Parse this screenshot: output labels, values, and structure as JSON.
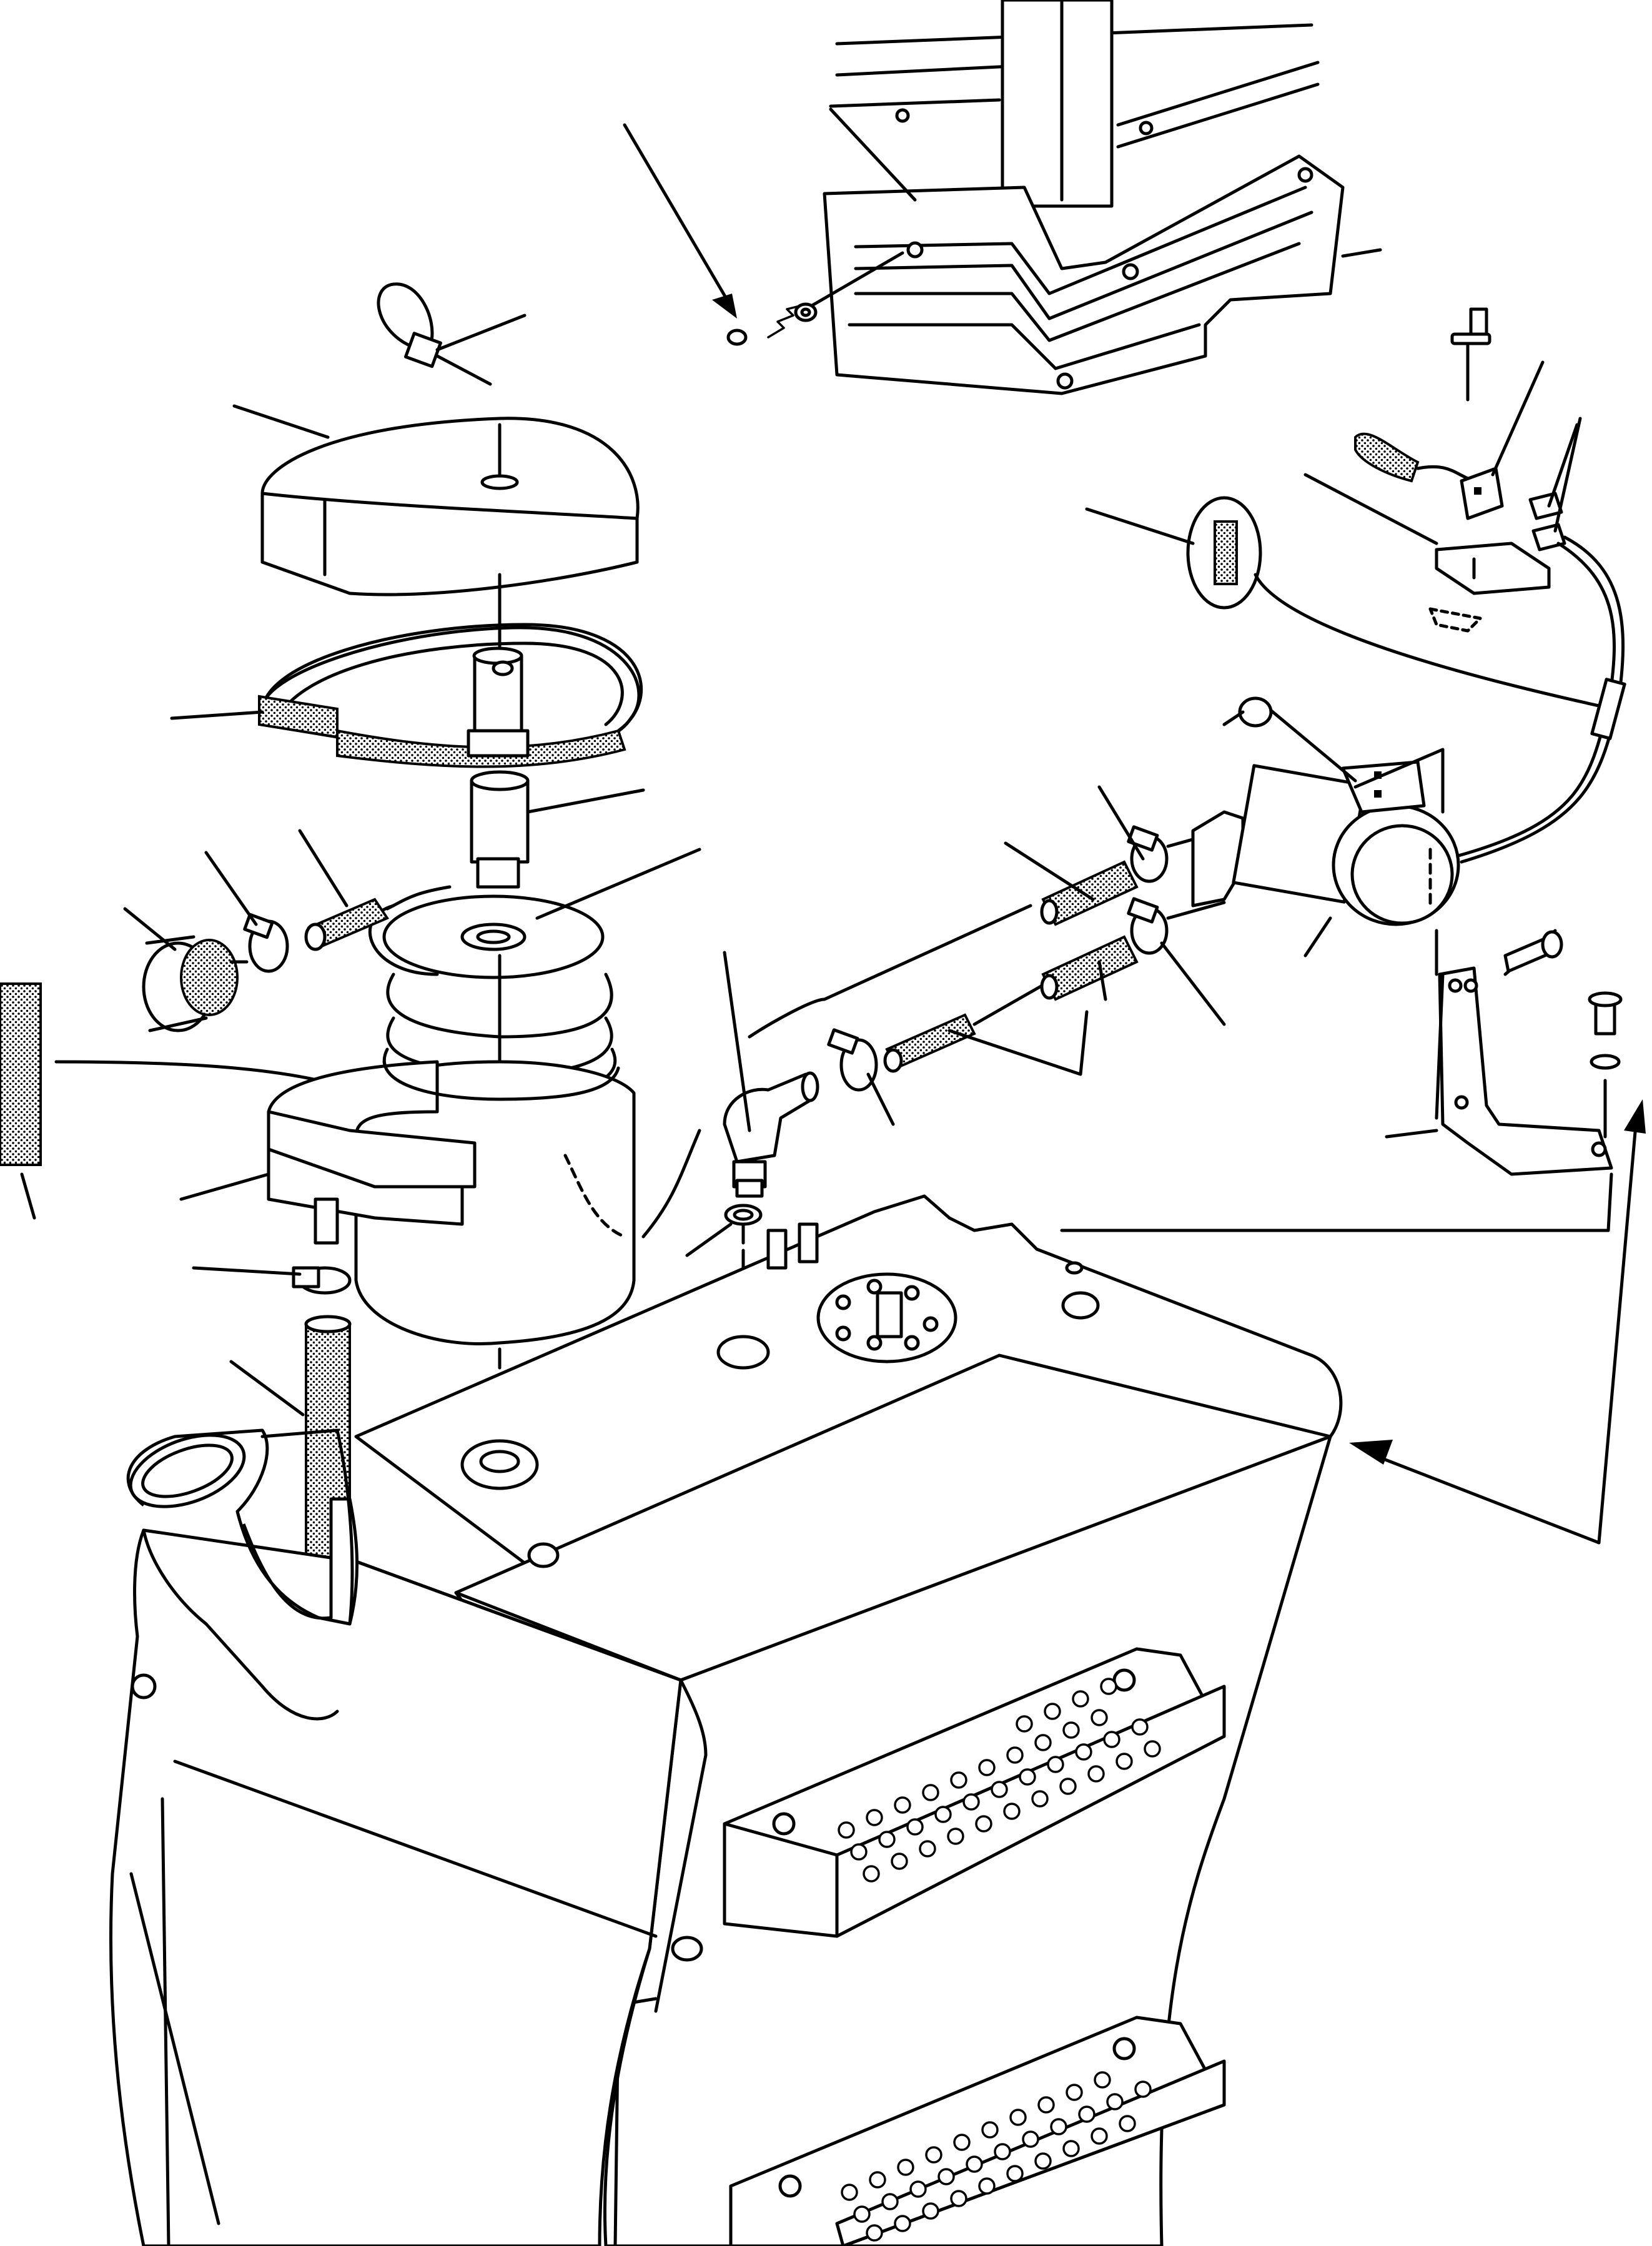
{
  "diagram": {
    "kind": "exploded parts illustration",
    "line_color": "#000000",
    "background_color": "#ffffff",
    "text_labels": [],
    "parts": [
      "lynch-pin",
      "tank-cover",
      "clamp-band",
      "shaft-nipple",
      "filter-element",
      "spacer-washer",
      "reservoir-tank",
      "cap-knob",
      "hose-clamp",
      "hose-stub",
      "label-plate",
      "elbow-fitting",
      "grommet",
      "hydraulic-hoses",
      "solenoid-valve",
      "mounting-bracket",
      "cab-corner-plate",
      "screw",
      "washer",
      "fuse",
      "connector-block",
      "harness-plug",
      "pump-base",
      "fuel-tank",
      "step-upper",
      "step-lower",
      "filler-neck",
      "drain-hose"
    ]
  }
}
